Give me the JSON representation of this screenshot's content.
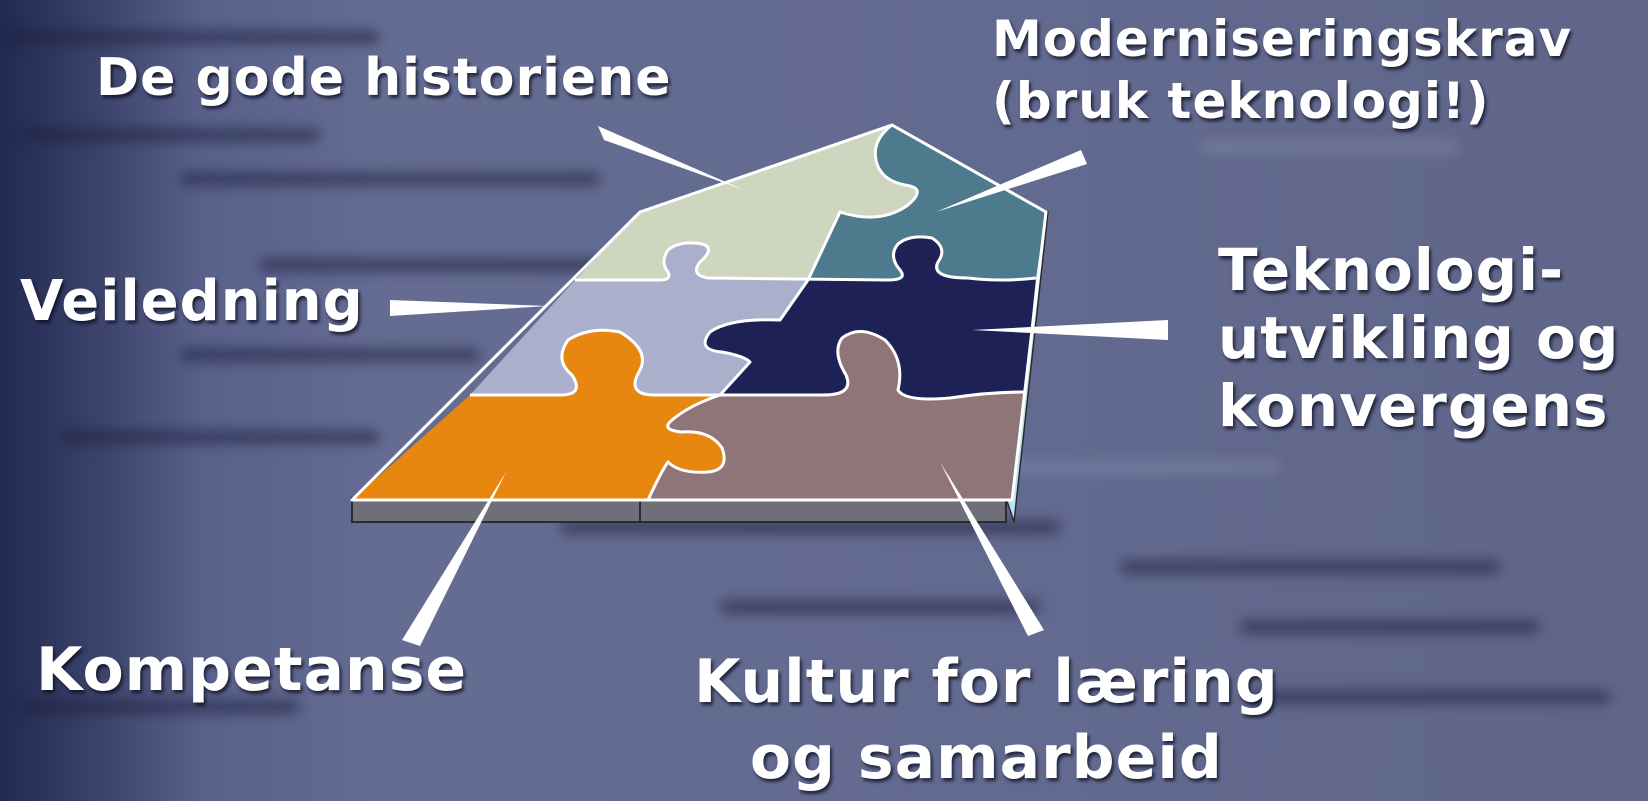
{
  "labels": {
    "gode_historiene": "De gode historiene",
    "moderniseringskrav": "Moderniseringskrav\n(bruk teknologi!)",
    "veiledning": "Veiledning",
    "teknologiutvikling": "Teknologi-\nutvikling og\nkonvergens",
    "kompetanse": "Kompetanse",
    "kultur": "Kultur for læring\nog samarbeid"
  },
  "colors": {
    "background": "#5f6688",
    "piece_gode_historiene": "#cfd6bf",
    "piece_moderniseringskrav": "#4e7a8e",
    "piece_veiledning": "#aab0cc",
    "piece_teknologiutvikling": "#1e2155",
    "piece_kompetanse": "#e8870f",
    "piece_kultur": "#8f7478",
    "outline": "#ffffff",
    "text": "#ffffff"
  }
}
